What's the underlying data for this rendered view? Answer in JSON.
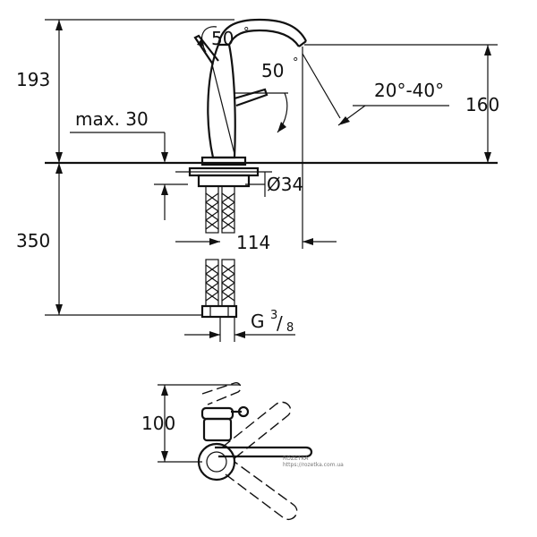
{
  "dimensions": {
    "height_top": "193",
    "spout_height": "160",
    "max_thickness": "max. 30",
    "angle_handle_1": "50",
    "angle_handle_2": "50",
    "deg_1": "°",
    "deg_2": "°",
    "spout_angle": "20°-40°",
    "hole_diameter": "Ø34",
    "hose_length": "350",
    "reach": "114",
    "connector_thread_main": "G",
    "connector_thread_num": "3",
    "connector_thread_den": "8",
    "handle_clearance": "100"
  },
  "watermark": {
    "brand": "ROZETKA",
    "url": "https://rozetka.com.ua"
  }
}
